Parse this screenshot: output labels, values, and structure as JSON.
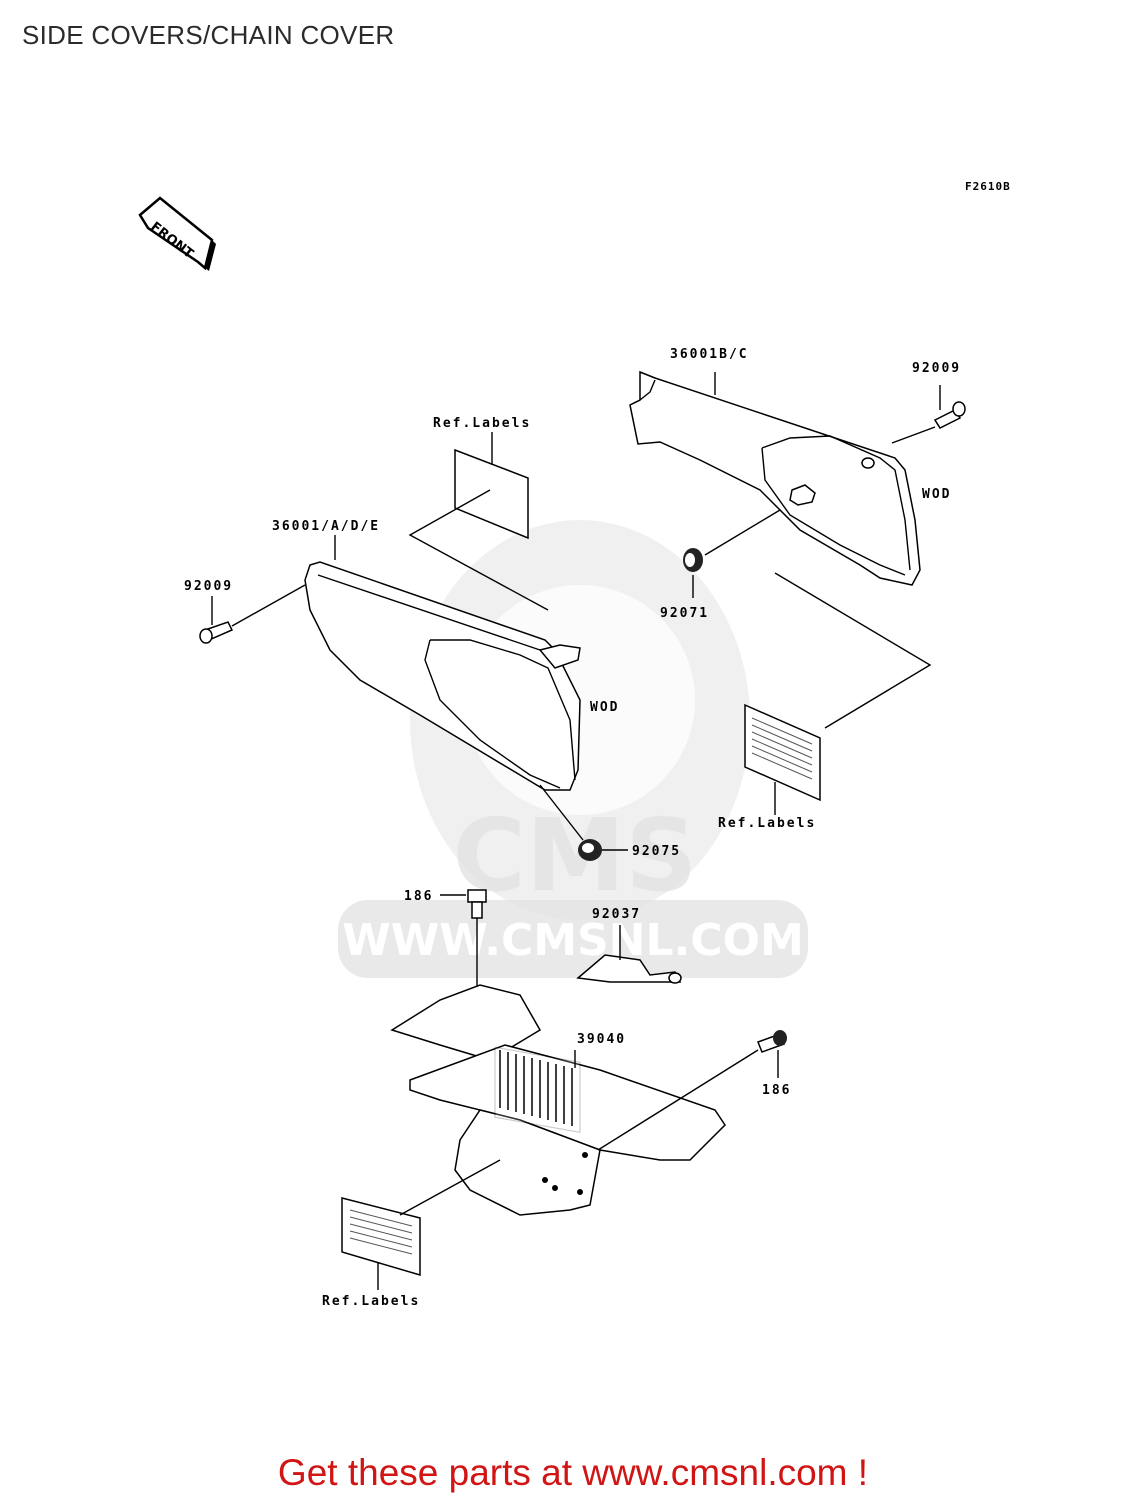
{
  "title": "SIDE COVERS/CHAIN COVER",
  "figure_code": "F2610B",
  "front_arrow": "FRONT",
  "watermark": {
    "logo": "CMS",
    "url": "WWW.CMSNL.COM"
  },
  "labels": {
    "l36001bc": "36001B/C",
    "l92009_right": "92009",
    "l_ref_top": "Ref.Labels",
    "l_wod_right": "WOD",
    "l36001ade": "36001/A/D/E",
    "l92009_left": "92009",
    "l92071": "92071",
    "l_wod_left": "WOD",
    "l_ref_right": "Ref.Labels",
    "l92075": "92075",
    "l186_top": "186",
    "l92037": "92037",
    "l39040": "39040",
    "l186_right": "186",
    "l_ref_bottom": "Ref.Labels"
  },
  "footer": "Get these parts at www.cmsnl.com !"
}
